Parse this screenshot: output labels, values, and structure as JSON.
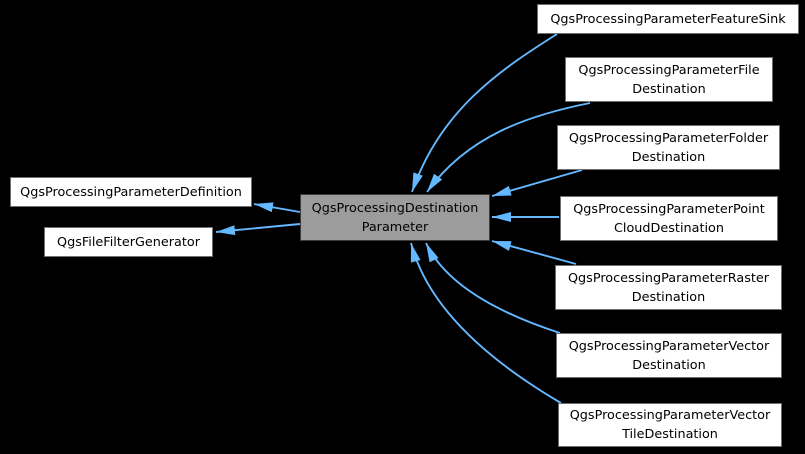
{
  "diagram": {
    "kind": "class-inheritance-graph",
    "colors": {
      "background": "#000000",
      "arrow": "#63b8ff",
      "node_fill": "#ffffff",
      "node_border": "#6e6e6e",
      "node_text": "#000000",
      "current_node_fill": "#9c9c9c",
      "current_node_border": "#3c3c3c"
    },
    "nodes": {
      "definition": {
        "label": "QgsProcessingParameterDefinition",
        "role": "base"
      },
      "filefilter": {
        "label": "QgsFileFilterGenerator",
        "role": "base"
      },
      "destination": {
        "label": "QgsProcessingDestination\nParameter",
        "role": "current"
      },
      "featuresink": {
        "label": "QgsProcessingParameterFeatureSink",
        "role": "derived"
      },
      "filedest": {
        "label": "QgsProcessingParameterFile\nDestination",
        "role": "derived"
      },
      "folderdest": {
        "label": "QgsProcessingParameterFolder\nDestination",
        "role": "derived"
      },
      "pointclouddest": {
        "label": "QgsProcessingParameterPoint\nCloudDestination",
        "role": "derived"
      },
      "rasterdest": {
        "label": "QgsProcessingParameterRaster\nDestination",
        "role": "derived"
      },
      "vectordest": {
        "label": "QgsProcessingParameterVector\nDestination",
        "role": "derived"
      },
      "vectortiledest": {
        "label": "QgsProcessingParameterVector\nTileDestination",
        "role": "derived"
      }
    },
    "edges": [
      {
        "from": "destination",
        "to": "definition"
      },
      {
        "from": "destination",
        "to": "filefilter"
      },
      {
        "from": "featuresink",
        "to": "destination"
      },
      {
        "from": "filedest",
        "to": "destination"
      },
      {
        "from": "folderdest",
        "to": "destination"
      },
      {
        "from": "pointclouddest",
        "to": "destination"
      },
      {
        "from": "rasterdest",
        "to": "destination"
      },
      {
        "from": "vectordest",
        "to": "destination"
      },
      {
        "from": "vectortiledest",
        "to": "destination"
      }
    ]
  }
}
